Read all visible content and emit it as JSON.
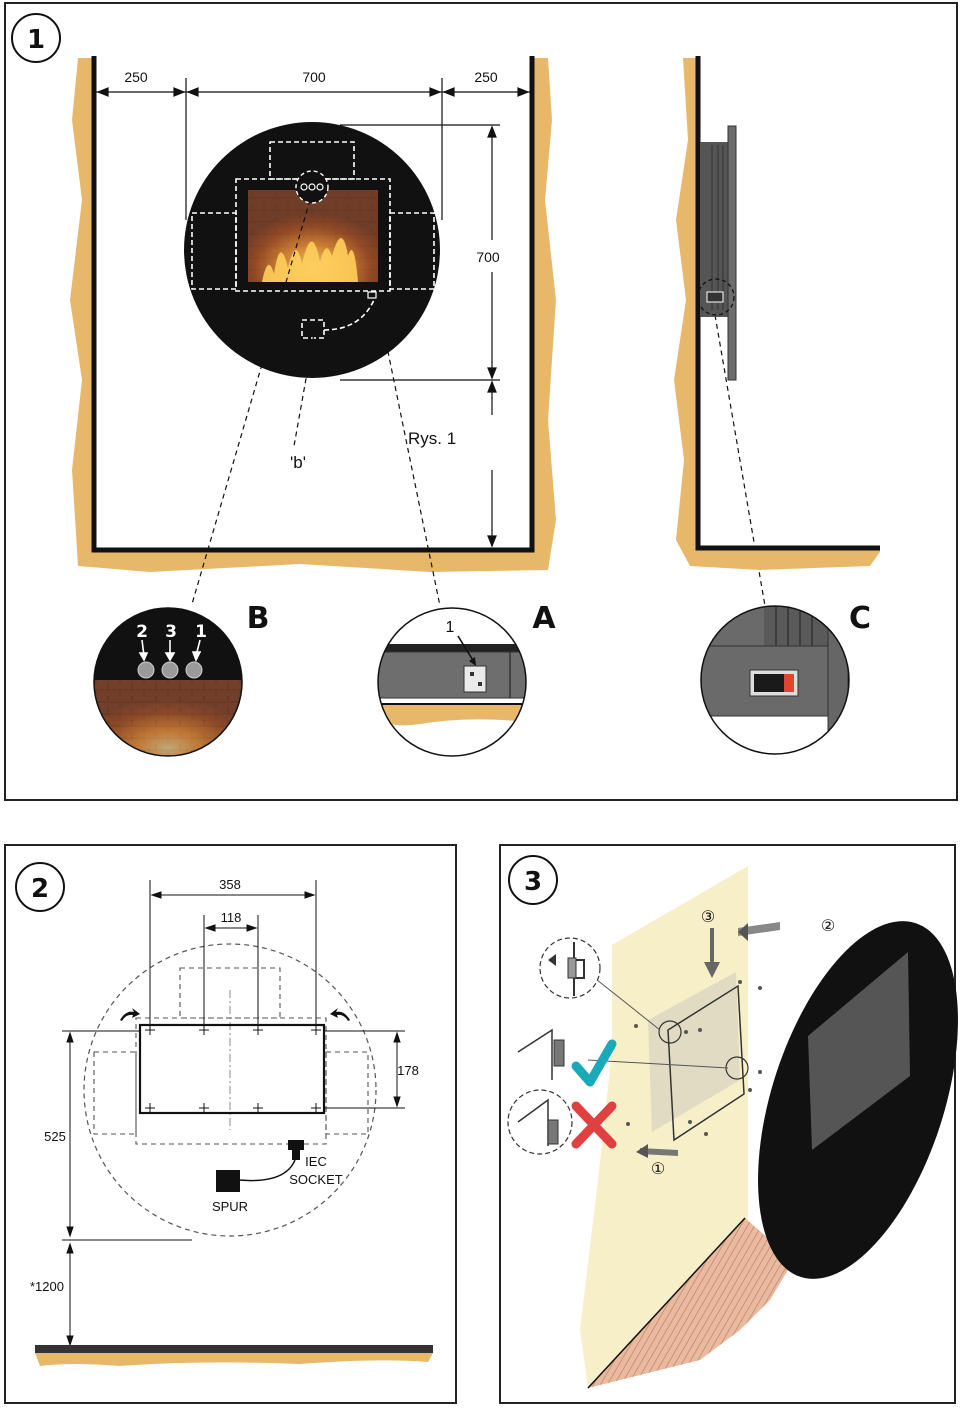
{
  "panel1": {
    "badge": "1",
    "dims": {
      "left": "250",
      "center": "700",
      "right": "250",
      "height": "700"
    },
    "label_b_small": "'b'",
    "caption": "Rys. 1",
    "detail_b": {
      "letter": "B",
      "numbers": [
        "2",
        "3",
        "1"
      ]
    },
    "detail_a": {
      "letter": "A",
      "number": "1"
    },
    "detail_c": {
      "letter": "C"
    }
  },
  "panel2": {
    "badge": "2",
    "dims": {
      "width_outer": "358",
      "width_inner": "118",
      "height_bracket": "178",
      "height_top": "525",
      "floor": "*1200"
    },
    "iec_line1": "IEC",
    "iec_line2": "SOCKET",
    "spur": "SPUR"
  },
  "panel3": {
    "badge": "3",
    "steps": [
      "①",
      "②",
      "③"
    ]
  },
  "colors": {
    "wall": "#e8b86a",
    "fire_black": "#111111",
    "ok_check": "#19a9b8",
    "bad_cross": "#e04040",
    "wall_plaster": "#f6efc8",
    "switch_red": "#e0452e"
  }
}
